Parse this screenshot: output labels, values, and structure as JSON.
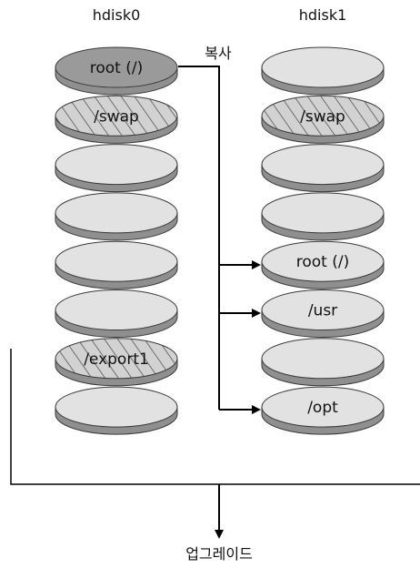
{
  "disks": [
    {
      "name": "hdisk0",
      "slices": [
        "root (/)",
        "/swap",
        "",
        "",
        "",
        "",
        "/export1",
        ""
      ],
      "fill": [
        "dark",
        "hatched",
        "light",
        "light",
        "light",
        "light",
        "hatched",
        "light"
      ]
    },
    {
      "name": "hdisk1",
      "slices": [
        "",
        "/swap",
        "",
        "",
        "root (/)",
        "/usr",
        "",
        "/opt"
      ],
      "fill": [
        "light",
        "hatched",
        "light",
        "light",
        "light",
        "light",
        "light",
        "light"
      ]
    }
  ],
  "copy_label": "복사",
  "upgrade_label": "업그레이드",
  "colors": {
    "slice_light": "#e2e2e2",
    "slice_dark": "#9a9a9a",
    "slice_side": "#8f8f8f",
    "slice_outline": "#3a3a3a",
    "hatch_line": "#555555",
    "arrow": "#000000"
  }
}
